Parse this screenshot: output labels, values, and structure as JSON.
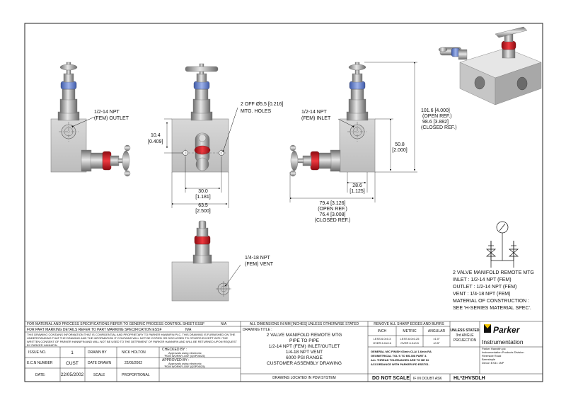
{
  "views": {
    "left": {
      "note": [
        "1/2-14 NPT",
        "(FEM) OUTLET"
      ]
    },
    "front": {
      "holes_note": [
        "2 OFF Ø5.5 [0.216]",
        "MTG. HOLES"
      ],
      "dim_left": [
        "10.4",
        "[0.409]"
      ],
      "dim_inner": [
        "30.0",
        "[1.181]"
      ],
      "dim_outer": [
        "63.5",
        "[2.500]"
      ]
    },
    "right": {
      "note": [
        "1/2-14 NPT",
        "(FEM) INLET"
      ],
      "dim_height_full": [
        "101.6 [4.000]",
        "(OPEN REF.)",
        "98.6 [3.882]",
        "(CLOSED REF.)"
      ],
      "dim_height_block": [
        "50.8",
        "[2.000]"
      ],
      "dim_width": [
        "28.6",
        "[1.125]"
      ],
      "dim_length": [
        "79.4 [3.126]",
        "(OPEN REF.)",
        "76.4 [3.008]",
        "(CLOSED REF.)"
      ]
    },
    "bottom": {
      "note": [
        "1/4-18 NPT",
        "(FEM) VENT"
      ]
    }
  },
  "spec": {
    "title": "2 VALVE MANIFOLD REMOTE MTG",
    "lines": [
      "INLET : 1/2-14 NPT (FEM)",
      "OUTLET : 1/2-14 NPT (FEM)",
      "VENT : 1/4-18 NPT (FEM)",
      "MATERIAL OF CONSTRUCTION :",
      "SEE 'H-SERIES MATERIAL SPEC'."
    ]
  },
  "title_block": {
    "material_ref": "FOR MATERIAL AND PROCESS SPECIFICATIONS REFER TO GENERIC PROCESS CONTROL SHEET ESSF",
    "material_val": "N/A",
    "marking_ref": "FOR PART MARKING DETAILS REFER TO PART MARKING SPECIFICATION ESSF",
    "marking_val": "N/A",
    "confidential": [
      "THIS DRAWING CONTAINS INFORMATION THAT IS CONFIDENTIAL AND PROPRIETARY TO PARKER HANNIFIN PLC. THIS DRAWING IS FURNISHED ON THE",
      "UNDERSTANDING THAT THE DRAWING AND THE INFORMATION IT CONTAINS WILL NOT BE COPIED OR DISCLOSED TO OTHERS EXCEPT WITH THE",
      "WRITTEN CONSENT OF PARKER HANNIFIN AND WILL NOT BE USED TO THE DETRIMENT OF PARKER HANNIFIN AND WILL BE RETURNED UPON REQUEST",
      "BY PARKER HANNIFIN."
    ],
    "issue_label": "ISSUE NO.",
    "issue": "1",
    "drawn_by_label": "DRAWN BY",
    "drawn_by": "NICK HOLTON",
    "checked_by_label": "CHECKED BY :",
    "checked_note": "Approvals using electronic",
    "checked_flow": "'PDM WORKFLOW' (QSP05/25)",
    "ecn_label": "E.C.N NUMBER",
    "ecn": "CUST",
    "date_drawn_label": "DATE DRAWN",
    "date_drawn": "22/05/2002",
    "approved_by_label": "APPROVED BY :",
    "approved_note": "Approvals using electronic",
    "approved_flow": "'PDM WORKFLOW' (QSP05/25)",
    "date_label": "DATE:",
    "date": "22/05/2002",
    "scale_label": "SCALE",
    "scale": "PROPORTIONAL",
    "dims_note": "ALL DIMENSIONS IN MM [INCHES] UNLESS OTHERWISE STATED",
    "drawing_title_label": "DRAWING TITLE :",
    "drawing_title": [
      "2 VALVE MANIFOLD REMOTE MTG",
      "PIPE TO PIPE",
      "1/2-14 NPT (FEM) INLET/OUTLET",
      "1/4-18 NPT VENT",
      "6000 PSI RANGE",
      "CUSTOMER ASSEMBLY DRAWING"
    ],
    "pdm_note": "DRAWING LOCATED IN PDM SYSTEM",
    "remove_burrs": "REMOVE ALL SHARP EDGES AND BURRS",
    "tol_headers": [
      "INCH",
      "METRIC",
      "ANGULAR"
    ],
    "tol_rows": [
      [
        "LESS 6.0±0.3",
        "LESS 6.0±0.25",
        "±1.0°"
      ],
      [
        "OVER 6.0±0.6",
        "OVER 6.0±0.5",
        "±0.5°"
      ]
    ],
    "finish_note": [
      "GENERAL M/C FINISH 63min CLA/ 1.6min RA",
      "GEOMETRICAL TOL'S TO BS.308 PART 3.",
      "ALL THREAD TOLERANCES ARE TO BE IN",
      "ACCORDANCE WITH PARKER IPD ESST01."
    ],
    "projection": [
      "UNLESS STATED",
      "3rd ANGLE",
      "PROJECTION"
    ],
    "do_not_scale": "DO NOT SCALE",
    "if_in_doubt": "IF IN DOUBT ASK",
    "brand": "Parker",
    "division": "Instrumentation",
    "address": [
      "Parker Hannifin plc",
      "Instrumentation Products Division",
      "Riverside Road",
      "Barnstaple",
      "Devon EX31 1NP"
    ],
    "drawing_number": "HL*2HVSDLH"
  },
  "colors": {
    "red": "#c8141c",
    "blue": "#5a78c8",
    "steel": "#9a9a9a",
    "block": "#cfcfcf"
  }
}
